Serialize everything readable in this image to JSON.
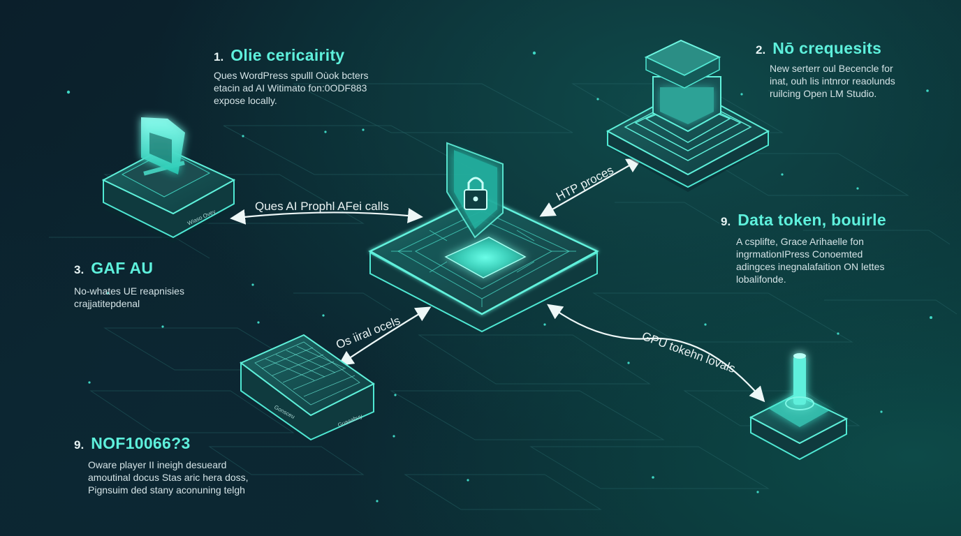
{
  "sections": [
    {
      "number": "1.",
      "title": "Olie cericairity",
      "lines": [
        "Ques WordPress spulll Oùok bcters",
        "etacin ad AI Witimato fon:0ODF883",
        "expose locally."
      ]
    },
    {
      "number": "2.",
      "title": "Nō crequesits",
      "lines": [
        "New serterr oul Becencle for",
        "inat, ouh lis intnror reaolunds",
        "ruilcing Open LM Studio."
      ]
    },
    {
      "number": "3.",
      "title": "GAF AU",
      "lines": [
        "No-whates UE reapnisies",
        "crajjatitepdenal"
      ]
    },
    {
      "number": "9.",
      "title": "Data token, bouirle",
      "lines": [
        "A csplifte, Grace Arihaelle fon",
        "ingrmationIPress Conoemted",
        "adingces inegnalafaition ON lettes",
        "lobalifonde."
      ]
    },
    {
      "number": "9.",
      "title": "NOF10066?3",
      "lines": [
        "Oware player II ineigh desueard",
        "amoutinal docus Stas aric hera doss,",
        "Pignsuim ded stany aconuning telgh"
      ]
    }
  ],
  "connections": {
    "left": "Ques AI Prophl AFei calls",
    "top_right": "HTP proces",
    "bottom_left": "Os iiral ocels",
    "bottom_right": "GPU tokehn lovals"
  },
  "devices": {
    "left_terminal_label": "Wiaso Ovey",
    "bottom_panel_label_1": "Gonsceu",
    "bottom_panel_label_2": "Guaaabuy"
  },
  "icons": {
    "center": "lock-shield-icon",
    "left": "document-screen-icon",
    "top_right": "server-stack-icon",
    "bottom_left": "circuit-panel-icon",
    "bottom_right": "gpu-pillar-icon"
  },
  "colors": {
    "accent": "#5ef0dc",
    "glow": "#2fe3c8",
    "device_body": "#123b40",
    "background": "#0b2130"
  }
}
